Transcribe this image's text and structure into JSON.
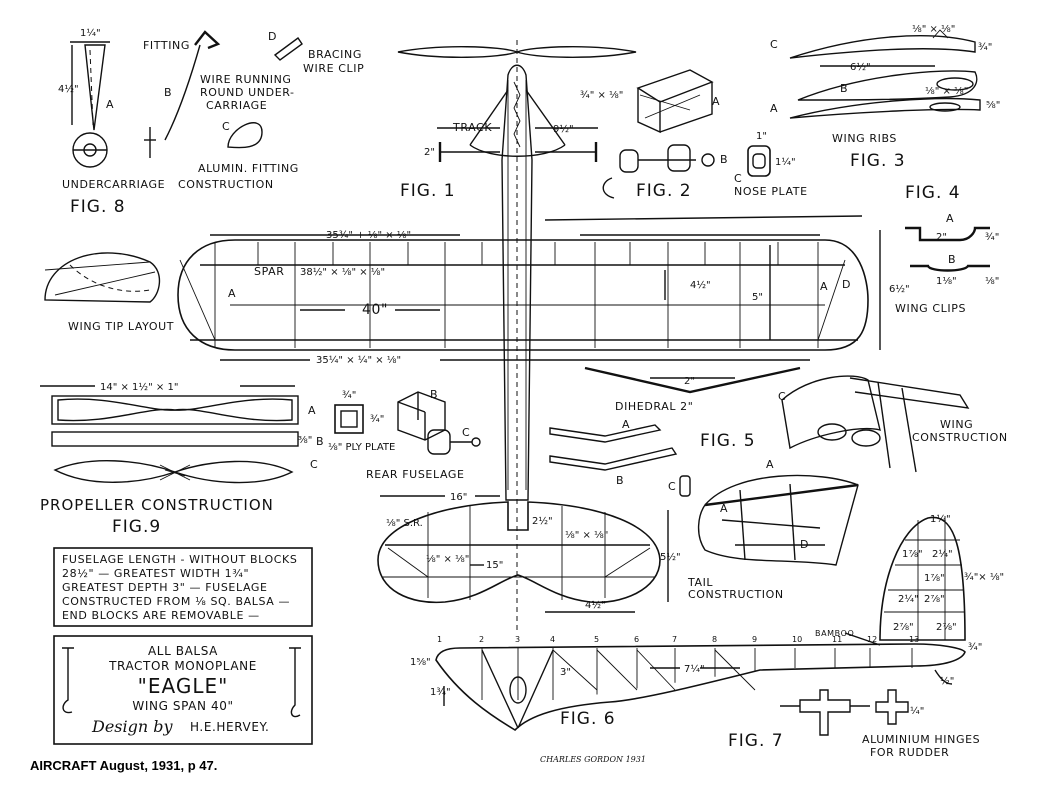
{
  "fig_labels": {
    "fig1": "FIG. 1",
    "fig2": "FIG. 2",
    "fig3": "FIG. 3",
    "fig4": "FIG. 4",
    "fig5": "FIG. 5",
    "fig6": "FIG. 6",
    "fig7": "FIG. 7",
    "fig8": "FIG. 8",
    "fig9": "FIG.9"
  },
  "fig8": {
    "dim_top": "1¼\"",
    "dim_side": "4½\"",
    "letter_a": "A",
    "letter_b": "B",
    "letter_c": "C",
    "letter_d": "D",
    "fitting": "FITTING",
    "wire_note_1": "WIRE RUNNING",
    "wire_note_2": "ROUND UNDER-",
    "wire_note_3": "CARRIAGE",
    "bracing_1": "BRACING",
    "bracing_2": "WIRE CLIP",
    "alumin_fitting": "ALUMIN. FITTING",
    "caption_1": "UNDERCARRIAGE",
    "caption_2": "CONSTRUCTION"
  },
  "fig1": {
    "track": "TRACK",
    "track_dim": "9½\"",
    "wheel_dim": "2\"",
    "top_span": "35¾\" + ⅛\" × ⅛\"",
    "bottom_span": "35¼\" × ¼\" × ⅛\"",
    "spar": "SPAR",
    "spar_dim": "38½\" × ⅛\" × ⅛\"",
    "span": "40\"",
    "rib_spacing": "4½\"",
    "chord": "5\"",
    "depth": "6½\"",
    "letter_a": "A",
    "letter_d": "D"
  },
  "fig2": {
    "dim": "¾\" × ⅛\"",
    "letter_a": "A",
    "letter_b": "B",
    "letter_c": "C",
    "nose_w": "1\"",
    "nose_h": "1¼\"",
    "nose_plate": "NOSE PLATE"
  },
  "fig3": {
    "letter_c": "C",
    "letter_a": "A",
    "letter_b": "B",
    "dim_1": "⅛\" × ⅛\"",
    "dim_2": "6½\"",
    "dim_3": "⅛\" × ⅛\"",
    "dim_4": "¾\"",
    "dim_5": "⅝\"",
    "wing_ribs": "WING RIBS"
  },
  "fig4": {
    "letter_a": "A",
    "letter_b": "B",
    "dim_a": "2\"",
    "dim_b": "1⅛\"",
    "dim_h1": "¾\"",
    "dim_h2": "⅛\"",
    "wing_clips": "WING CLIPS"
  },
  "fig_tip": {
    "label": "WING TIP LAYOUT"
  },
  "fig9": {
    "top_dim": "14\" × 1½\" × 1\"",
    "letter_a": "A",
    "letter_b": "B",
    "letter_c": "C",
    "dim_b": "⅜\"",
    "caption": "PROPELLER CONSTRUCTION"
  },
  "rear_fuselage": {
    "dim_1": "¾\"",
    "dim_2": "¾\"",
    "dim_3": "⅛\" PLY PLATE",
    "letter_b": "B",
    "letter_c": "C",
    "label": "REAR FUSELAGE"
  },
  "fig5": {
    "dim_2": "2\"",
    "dihedral": "DIHEDRAL 2\"",
    "letter_a": "A",
    "letter_b": "B",
    "letter_c": "C",
    "wing_construction_1": "WING",
    "wing_construction_2": "CONSTRUCTION"
  },
  "tail": {
    "span": "16\"",
    "dim_sp": "⅛\" S.R.",
    "dim_top": "2½\"",
    "dim_mid": "⅛\" × ⅛\"",
    "dim_rib": "⅛\" × ⅛\"",
    "dim_15": "15\"",
    "dim_chord": "5½\"",
    "dim_bottom": "4½\"",
    "letter_a": "A",
    "letter_c": "C",
    "letter_d": "D",
    "label_1": "TAIL",
    "label_2": "CONSTRUCTION"
  },
  "notes": {
    "line_1": "FUSELAGE LENGTH - WITHOUT BLOCKS",
    "line_2": "28½\" — GREATEST WIDTH 1¾\"",
    "line_3": "GREATEST DEPTH 3\" — FUSELAGE",
    "line_4": "CONSTRUCTED FROM ⅛ SQ. BALSA —",
    "line_5": "END BLOCKS ARE REMOVABLE —"
  },
  "title_block": {
    "line_1": "ALL BALSA",
    "line_2": "TRACTOR MONOPLANE",
    "name": "\"EAGLE\"",
    "line_3": "WING SPAN 40\"",
    "design": "Design by",
    "author": "H.E.HERVEY."
  },
  "fig6": {
    "station_labels": [
      "1",
      "2",
      "3",
      "4",
      "5",
      "6",
      "7",
      "8",
      "9",
      "10",
      "11",
      "12",
      "13"
    ],
    "dim_nose": "1⅝\"",
    "dim_height": "3\"",
    "dim_side": "1¾\"",
    "dim_mid": "7¼\"",
    "bamboo": "BAMBOO",
    "dim_tail": "¾\"",
    "dim_tail2": "½\""
  },
  "fig7": {
    "dims": [
      "1¼\"",
      "1⅞\"",
      "2¼\"",
      "1⅞\"",
      "2¼\"",
      "2⅞\"",
      "2⅞\"",
      "2⅞\""
    ],
    "dim_side": "¾\"× ⅛\"",
    "hinges_1": "ALUMINIUM HINGES",
    "hinges_2": "FOR RUDDER",
    "dim_hinge": "¼\""
  },
  "signature": "CHARLES GORDON 1931",
  "caption": "AIRCRAFT August, 1931, p 47."
}
